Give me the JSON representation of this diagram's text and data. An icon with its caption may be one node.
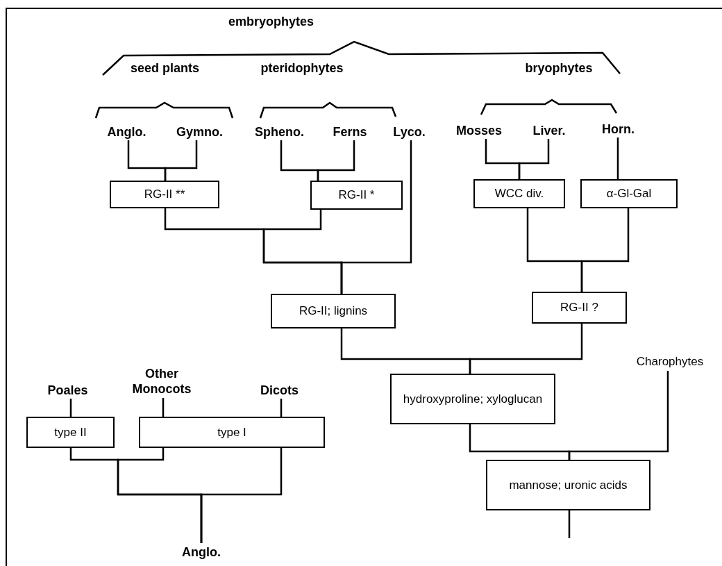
{
  "diagram": {
    "nodes": [
      {
        "text": [
          "embryophytes"
        ]
      },
      {
        "text": [
          "seed plants"
        ]
      },
      {
        "text": [
          "pteridophytes"
        ]
      },
      {
        "text": [
          "bryophytes"
        ]
      },
      {
        "text": [
          "Anglo."
        ]
      },
      {
        "text": [
          "Gymno."
        ]
      },
      {
        "text": [
          "Spheno."
        ]
      },
      {
        "text": [
          "Ferns"
        ]
      },
      {
        "text": [
          "Lyco."
        ]
      },
      {
        "text": [
          "Mosses"
        ]
      },
      {
        "text": [
          "Liver."
        ]
      },
      {
        "text": [
          "Horn."
        ]
      },
      {
        "text": [
          "RG-II **"
        ]
      },
      {
        "text": [
          "RG-II *"
        ]
      },
      {
        "text": [
          "WCC div."
        ]
      },
      {
        "text": [
          "α-Gl-Gal"
        ]
      },
      {
        "text": [
          "RG-II; lignins"
        ]
      },
      {
        "text": [
          "RG-II ?"
        ]
      },
      {
        "text": [
          "hydroxyproline; xyloglucan"
        ]
      },
      {
        "text": [
          "Charophytes"
        ]
      },
      {
        "text": [
          "mannose; uronic acids"
        ]
      },
      {
        "text": [
          "Poales"
        ]
      },
      {
        "text": [
          "Other Monocots"
        ]
      },
      {
        "text": [
          "Dicots"
        ]
      },
      {
        "text": [
          "type II"
        ]
      },
      {
        "text": [
          "type I"
        ]
      },
      {
        "text": [
          "Anglo."
        ]
      }
    ],
    "edges": [
      {
        "from": 4,
        "to": 12,
        "arrow": "none"
      },
      {
        "from": 5,
        "to": 12,
        "arrow": "none"
      },
      {
        "from": 6,
        "to": 13,
        "arrow": "none"
      },
      {
        "from": 7,
        "to": 13,
        "arrow": "none"
      },
      {
        "from": 8,
        "to": 16,
        "arrow": "none"
      },
      {
        "from": 12,
        "to": 16,
        "arrow": "none"
      },
      {
        "from": 13,
        "to": 16,
        "arrow": "none"
      },
      {
        "from": 9,
        "to": 14,
        "arrow": "none"
      },
      {
        "from": 10,
        "to": 14,
        "arrow": "none"
      },
      {
        "from": 11,
        "to": 15,
        "arrow": "none"
      },
      {
        "from": 14,
        "to": 17,
        "arrow": "none"
      },
      {
        "from": 15,
        "to": 17,
        "arrow": "none"
      },
      {
        "from": 16,
        "to": 18,
        "arrow": "none"
      },
      {
        "from": 17,
        "to": 18,
        "arrow": "none"
      },
      {
        "from": 18,
        "to": 20,
        "arrow": "none"
      },
      {
        "from": 19,
        "to": 20,
        "arrow": "none"
      },
      {
        "from": 20,
        "to": null,
        "arrow": "none"
      },
      {
        "from": 21,
        "to": 24,
        "arrow": "none"
      },
      {
        "from": 22,
        "to": 25,
        "arrow": "none"
      },
      {
        "from": 23,
        "to": 25,
        "arrow": "none"
      },
      {
        "from": 24,
        "to": 26,
        "arrow": "none"
      },
      {
        "from": 25,
        "to": 26,
        "arrow": "none"
      },
      {
        "from": 25,
        "to": 26,
        "arrow": "none"
      }
    ]
  }
}
